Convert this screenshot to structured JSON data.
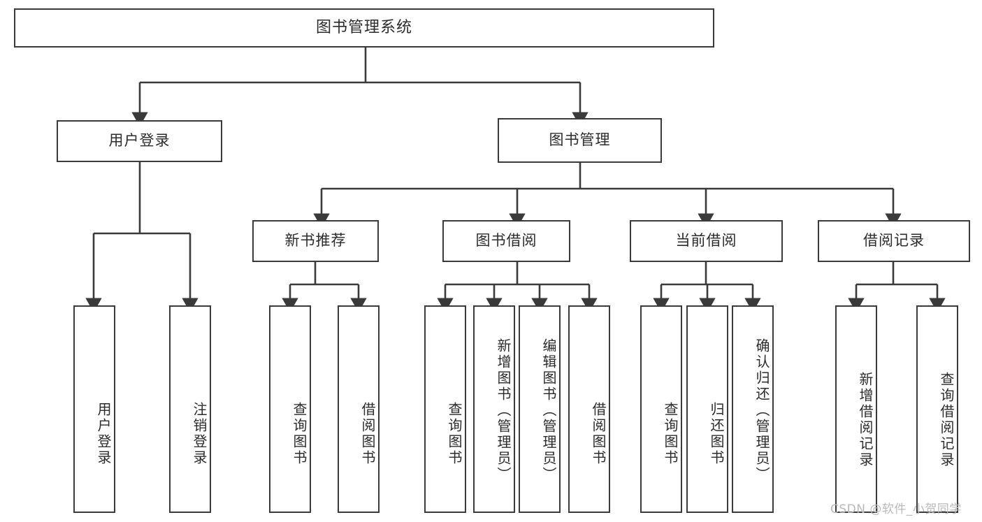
{
  "diagram": {
    "type": "tree-hierarchy",
    "title": "图书管理系统",
    "root": {
      "id": "root",
      "label": "图书管理系统"
    },
    "level1": [
      {
        "id": "user-login",
        "label": "用户登录"
      },
      {
        "id": "book-manage",
        "label": "图书管理"
      }
    ],
    "level2": [
      {
        "id": "new-book-recommend",
        "label": "新书推荐",
        "parent": "book-manage"
      },
      {
        "id": "book-borrow",
        "label": "图书借阅",
        "parent": "book-manage"
      },
      {
        "id": "current-borrow",
        "label": "当前借阅",
        "parent": "book-manage"
      },
      {
        "id": "borrow-record",
        "label": "借阅记录",
        "parent": "book-manage"
      }
    ],
    "leaves": {
      "user_login": [
        {
          "id": "leaf-user-login",
          "label": "用户登录"
        },
        {
          "id": "leaf-user-logout",
          "label": "注销登录"
        }
      ],
      "new_book_recommend": [
        {
          "id": "leaf-query-book-1",
          "label": "查询图书"
        },
        {
          "id": "leaf-borrow-book-1",
          "label": "借阅图书"
        }
      ],
      "book_borrow": [
        {
          "id": "leaf-query-book-2",
          "label": "查询图书"
        },
        {
          "id": "leaf-add-book",
          "label": "新增图书（管理员）"
        },
        {
          "id": "leaf-edit-book",
          "label": "编辑图书（管理员）"
        },
        {
          "id": "leaf-borrow-book-2",
          "label": "借阅图书"
        }
      ],
      "current_borrow": [
        {
          "id": "leaf-query-book-3",
          "label": "查询图书"
        },
        {
          "id": "leaf-return-book",
          "label": "归还图书"
        },
        {
          "id": "leaf-confirm-return",
          "label": "确认归还（管理员）"
        }
      ],
      "borrow_record": [
        {
          "id": "leaf-add-record",
          "label": "新增借阅记录"
        },
        {
          "id": "leaf-query-record",
          "label": "查询借阅记录"
        }
      ]
    },
    "colors": {
      "stroke": "#3a3a3a",
      "box_fill": "#ffffff",
      "text": "#2b2b2b",
      "background": "#ffffff",
      "watermark": "#b9b9b9"
    }
  },
  "watermark": {
    "text": "CSDN @软件_小贺同学"
  }
}
